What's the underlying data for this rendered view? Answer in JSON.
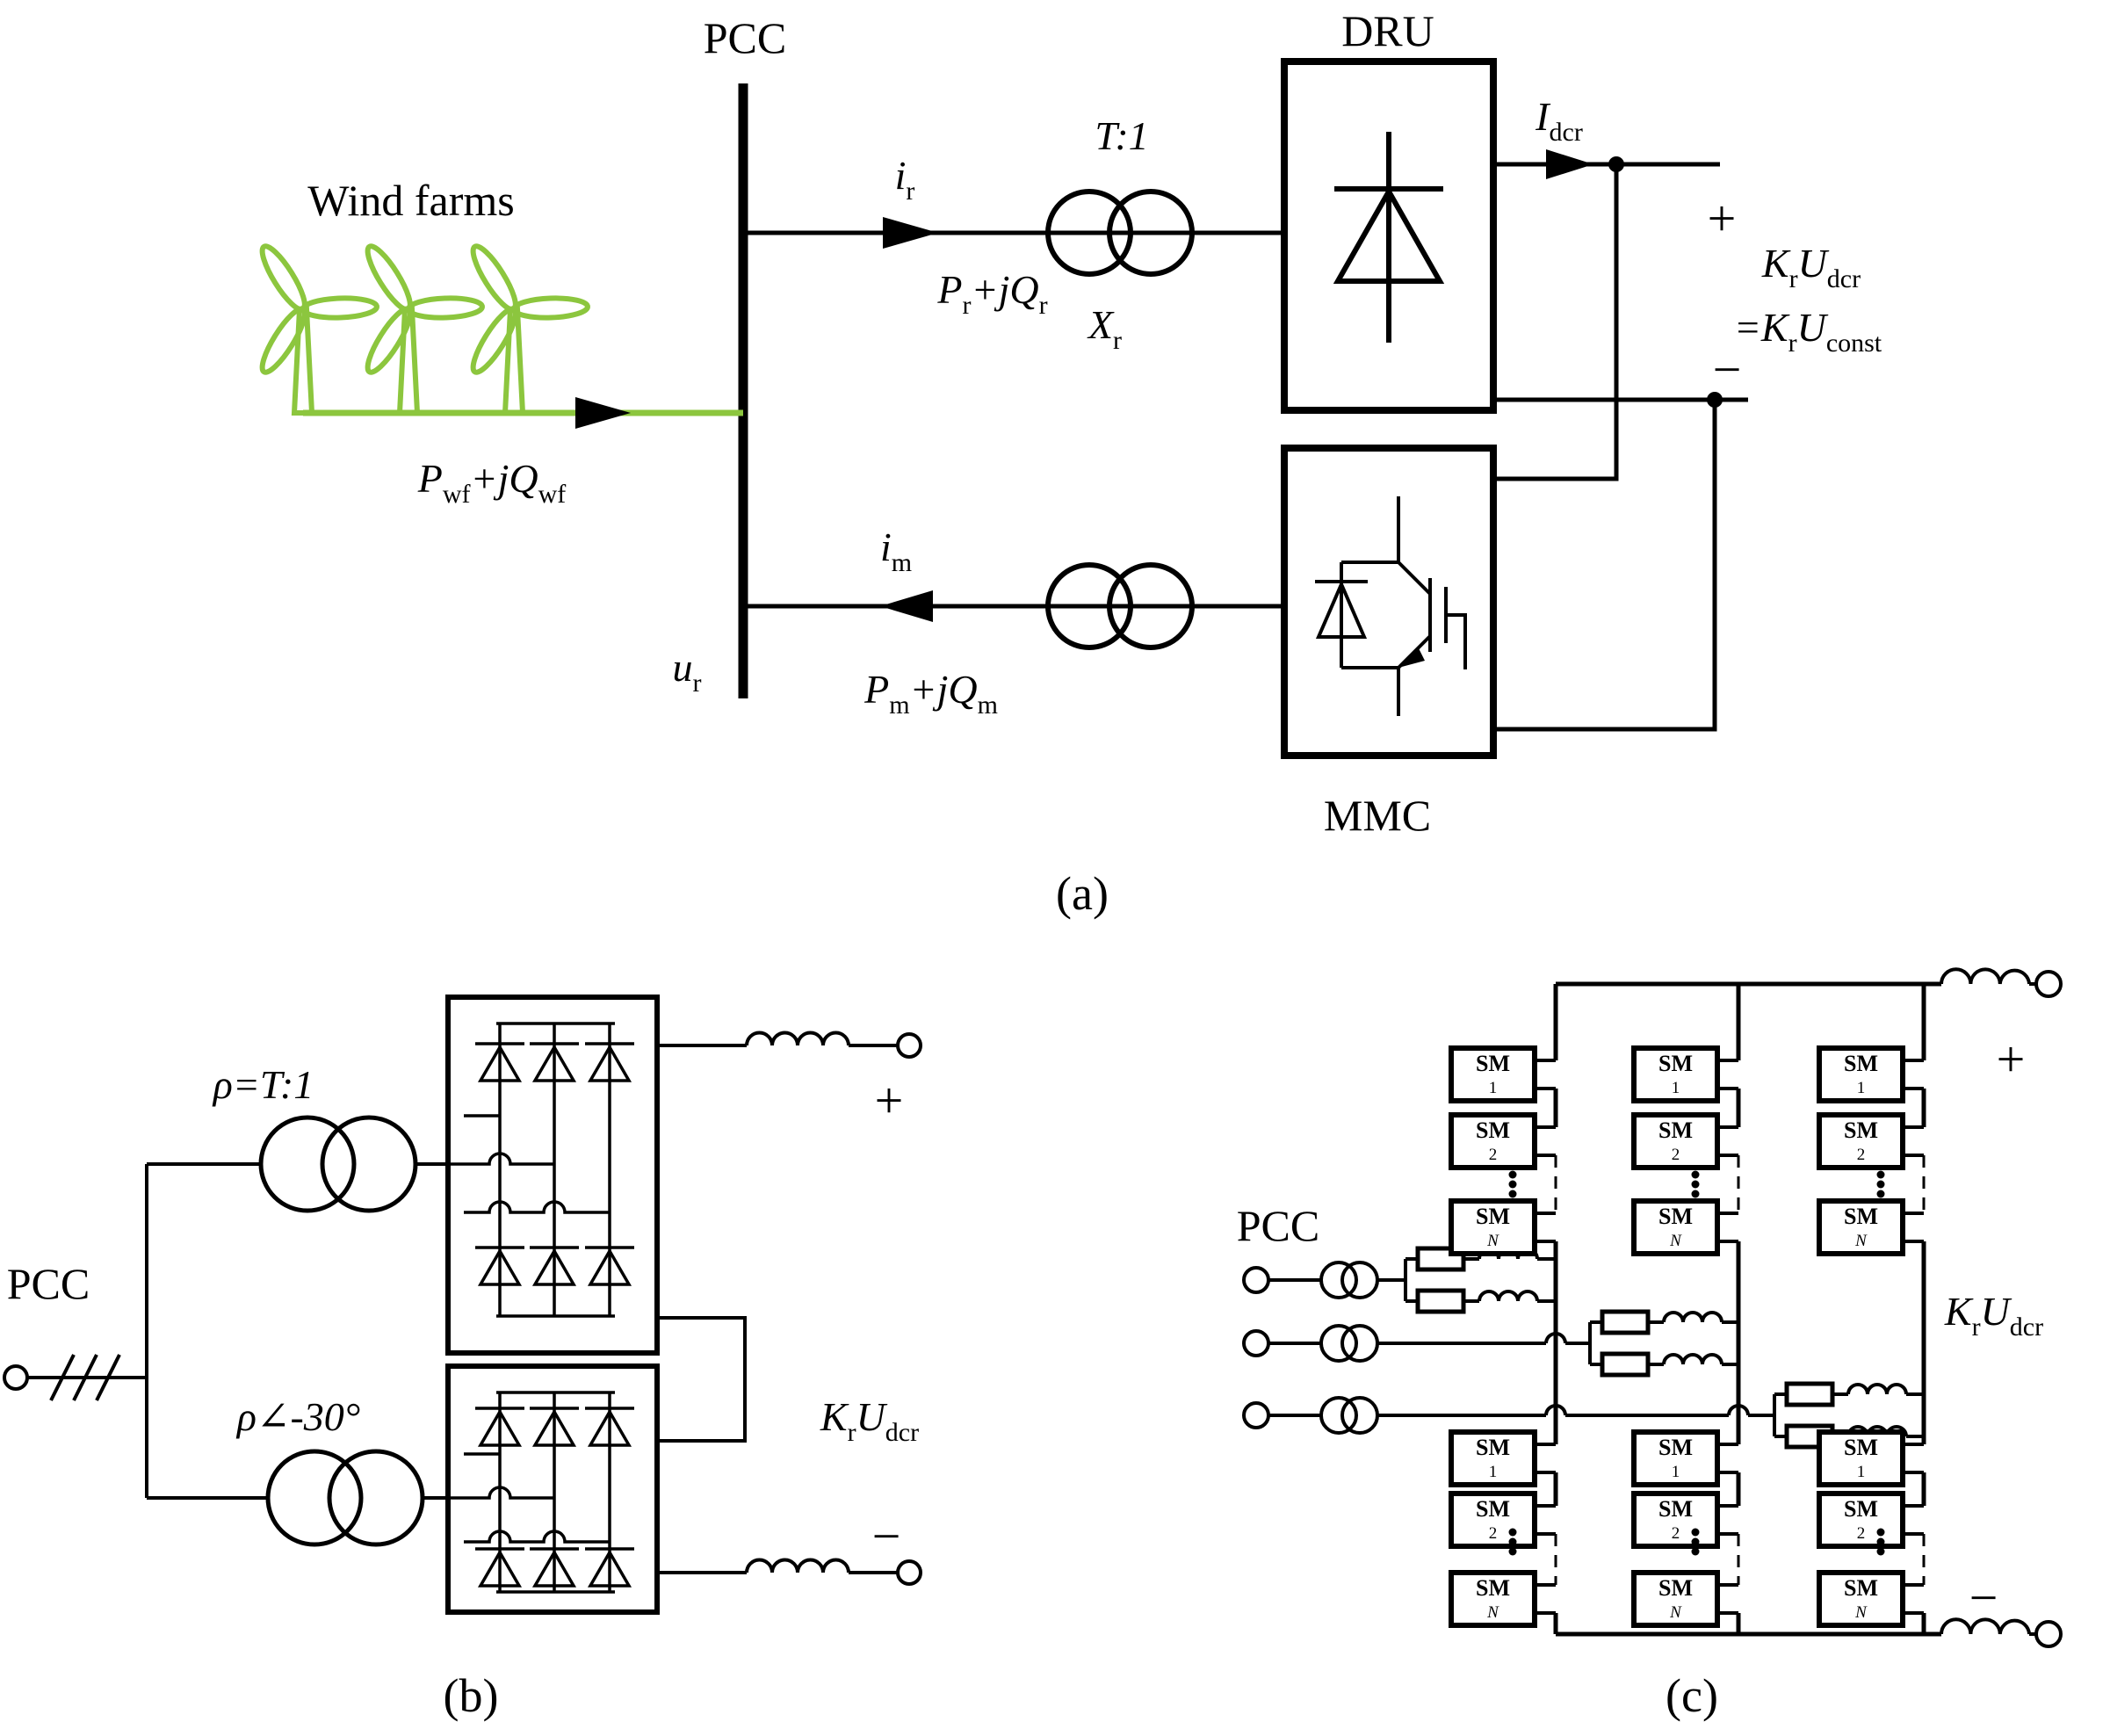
{
  "colors": {
    "wind_green": "#8CC63E",
    "ink": "#000000"
  },
  "captions": {
    "a": "(a)",
    "b": "(b)",
    "c": "(c)"
  },
  "part_a": {
    "pcc_label": "PCC",
    "wind_farms_label": "Wind farms",
    "p_wf": [
      "P",
      "wf",
      "+jQ",
      "wf"
    ],
    "i_r": [
      "i",
      "r"
    ],
    "p_r": [
      "P",
      "r",
      "+jQ",
      "r"
    ],
    "t_ratio": [
      "T",
      ":1"
    ],
    "x_r": [
      "X",
      "r"
    ],
    "dru_label": "DRU",
    "i_dcr": [
      "I",
      "dcr"
    ],
    "plus": "+",
    "minus": "−",
    "k_u_dcr": [
      "K",
      "r",
      "U",
      "dcr"
    ],
    "k_u_const": [
      "=K",
      "r",
      "U",
      "const"
    ],
    "u_r": [
      "u",
      "r"
    ],
    "i_m": [
      "i",
      "m"
    ],
    "p_m": [
      "P",
      "m",
      "+jQ",
      "m"
    ],
    "mmc_label": "MMC"
  },
  "part_b": {
    "pcc_label": "PCC",
    "ratio_top": "ρ=T:1",
    "ratio_bottom": "ρ∠-30°",
    "k_u_dcr": [
      "K",
      "r",
      "U",
      "dcr"
    ],
    "plus": "+",
    "minus": "−"
  },
  "part_c": {
    "pcc_label": "PCC",
    "sm_label": "SM",
    "sm_indices": [
      "1",
      "2",
      "N"
    ],
    "k_u_dcr": [
      "K",
      "r",
      "U",
      "dcr"
    ],
    "plus": "+",
    "minus": "−"
  }
}
